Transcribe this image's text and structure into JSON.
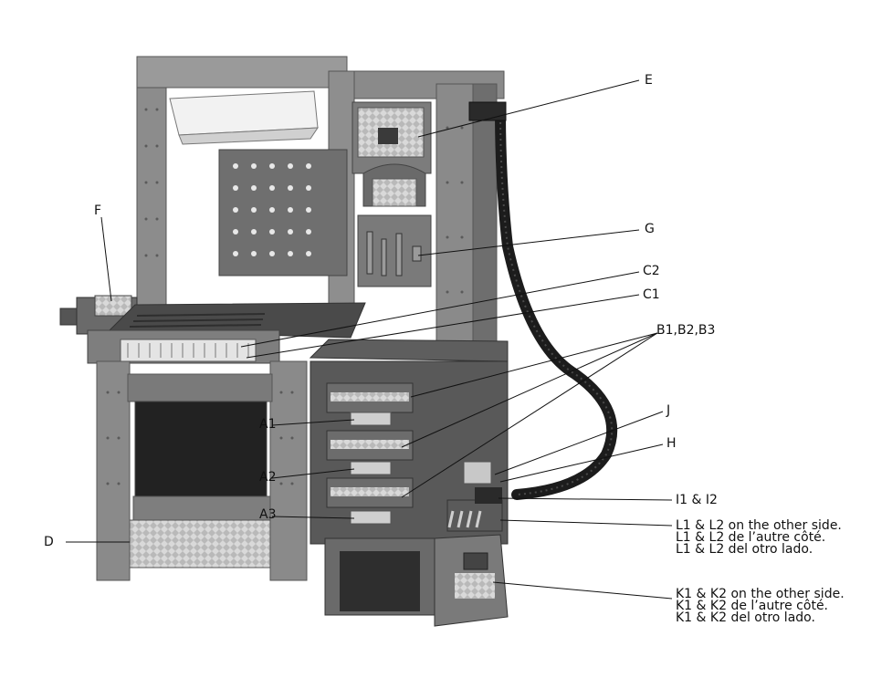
{
  "callouts": {
    "E": "E",
    "G": "G",
    "F": "F",
    "C2": "C2",
    "C1": "C1",
    "B": "B1,B2,B3",
    "J": "J",
    "H": "H",
    "I": "I1 & I2",
    "A1": "A1",
    "A2": "A2",
    "A3": "A3",
    "D": "D"
  },
  "notes": {
    "L": [
      "L1 & L2 on the other side.",
      "L1 & L2 de l’autre côté.",
      "L1 & L2 del otro lado."
    ],
    "K": [
      "K1 & K2 on the other side.",
      "K1 & K2 de l’autre côté.",
      "K1 & K2 del otro lado."
    ]
  }
}
